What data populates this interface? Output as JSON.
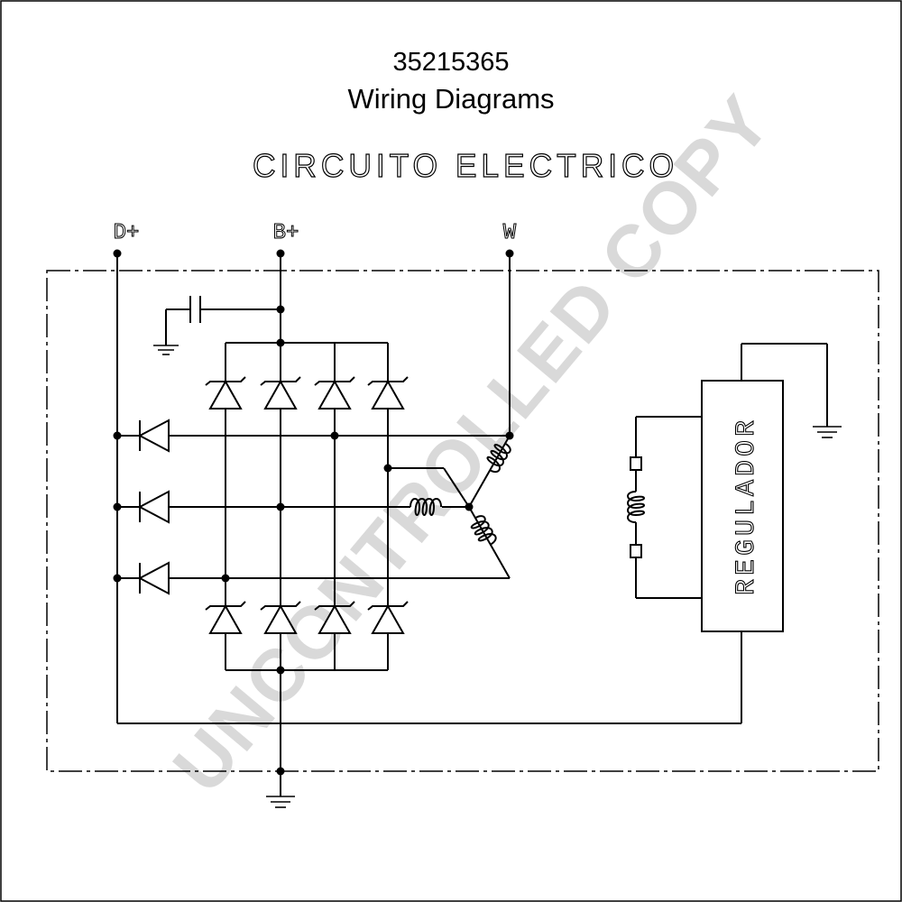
{
  "header": {
    "part_number": "35215365",
    "title": "Wiring Diagrams"
  },
  "diagram": {
    "caption": "CIRCUITO ELECTRICO",
    "terminals": {
      "d_plus": "D+",
      "b_plus": "B+",
      "w": "W"
    },
    "regulator_label": "REGULADOR"
  },
  "watermark": {
    "text": "UNCONTROLLED COPY",
    "color": "#d9d9d9"
  }
}
